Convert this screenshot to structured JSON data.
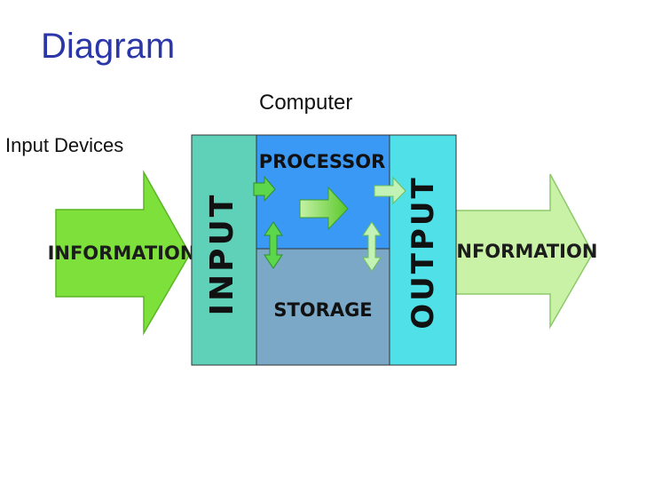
{
  "slide": {
    "title": "Diagram"
  },
  "labels": {
    "computer": "Computer",
    "input_devices": "Input Devices"
  },
  "diagram": {
    "left_arrow_text": "INFORMATION",
    "right_arrow_text": "INFORMATION",
    "input_text": "INPUT",
    "output_text": "OUTPUT",
    "processor_text": "PROCESSOR",
    "storage_text": "STORAGE"
  },
  "colors": {
    "title": "#2b37a8",
    "left_arrow": "#7ee03a",
    "right_arrow": "#c9f2a6",
    "input_panel": "#5fd1b8",
    "processor_panel": "#3a99f5",
    "storage_panel": "#7aa8c6",
    "output_panel": "#4fe0e8",
    "inner_arrow": "#5cd64a",
    "light_arrow": "#c3f2b6"
  }
}
